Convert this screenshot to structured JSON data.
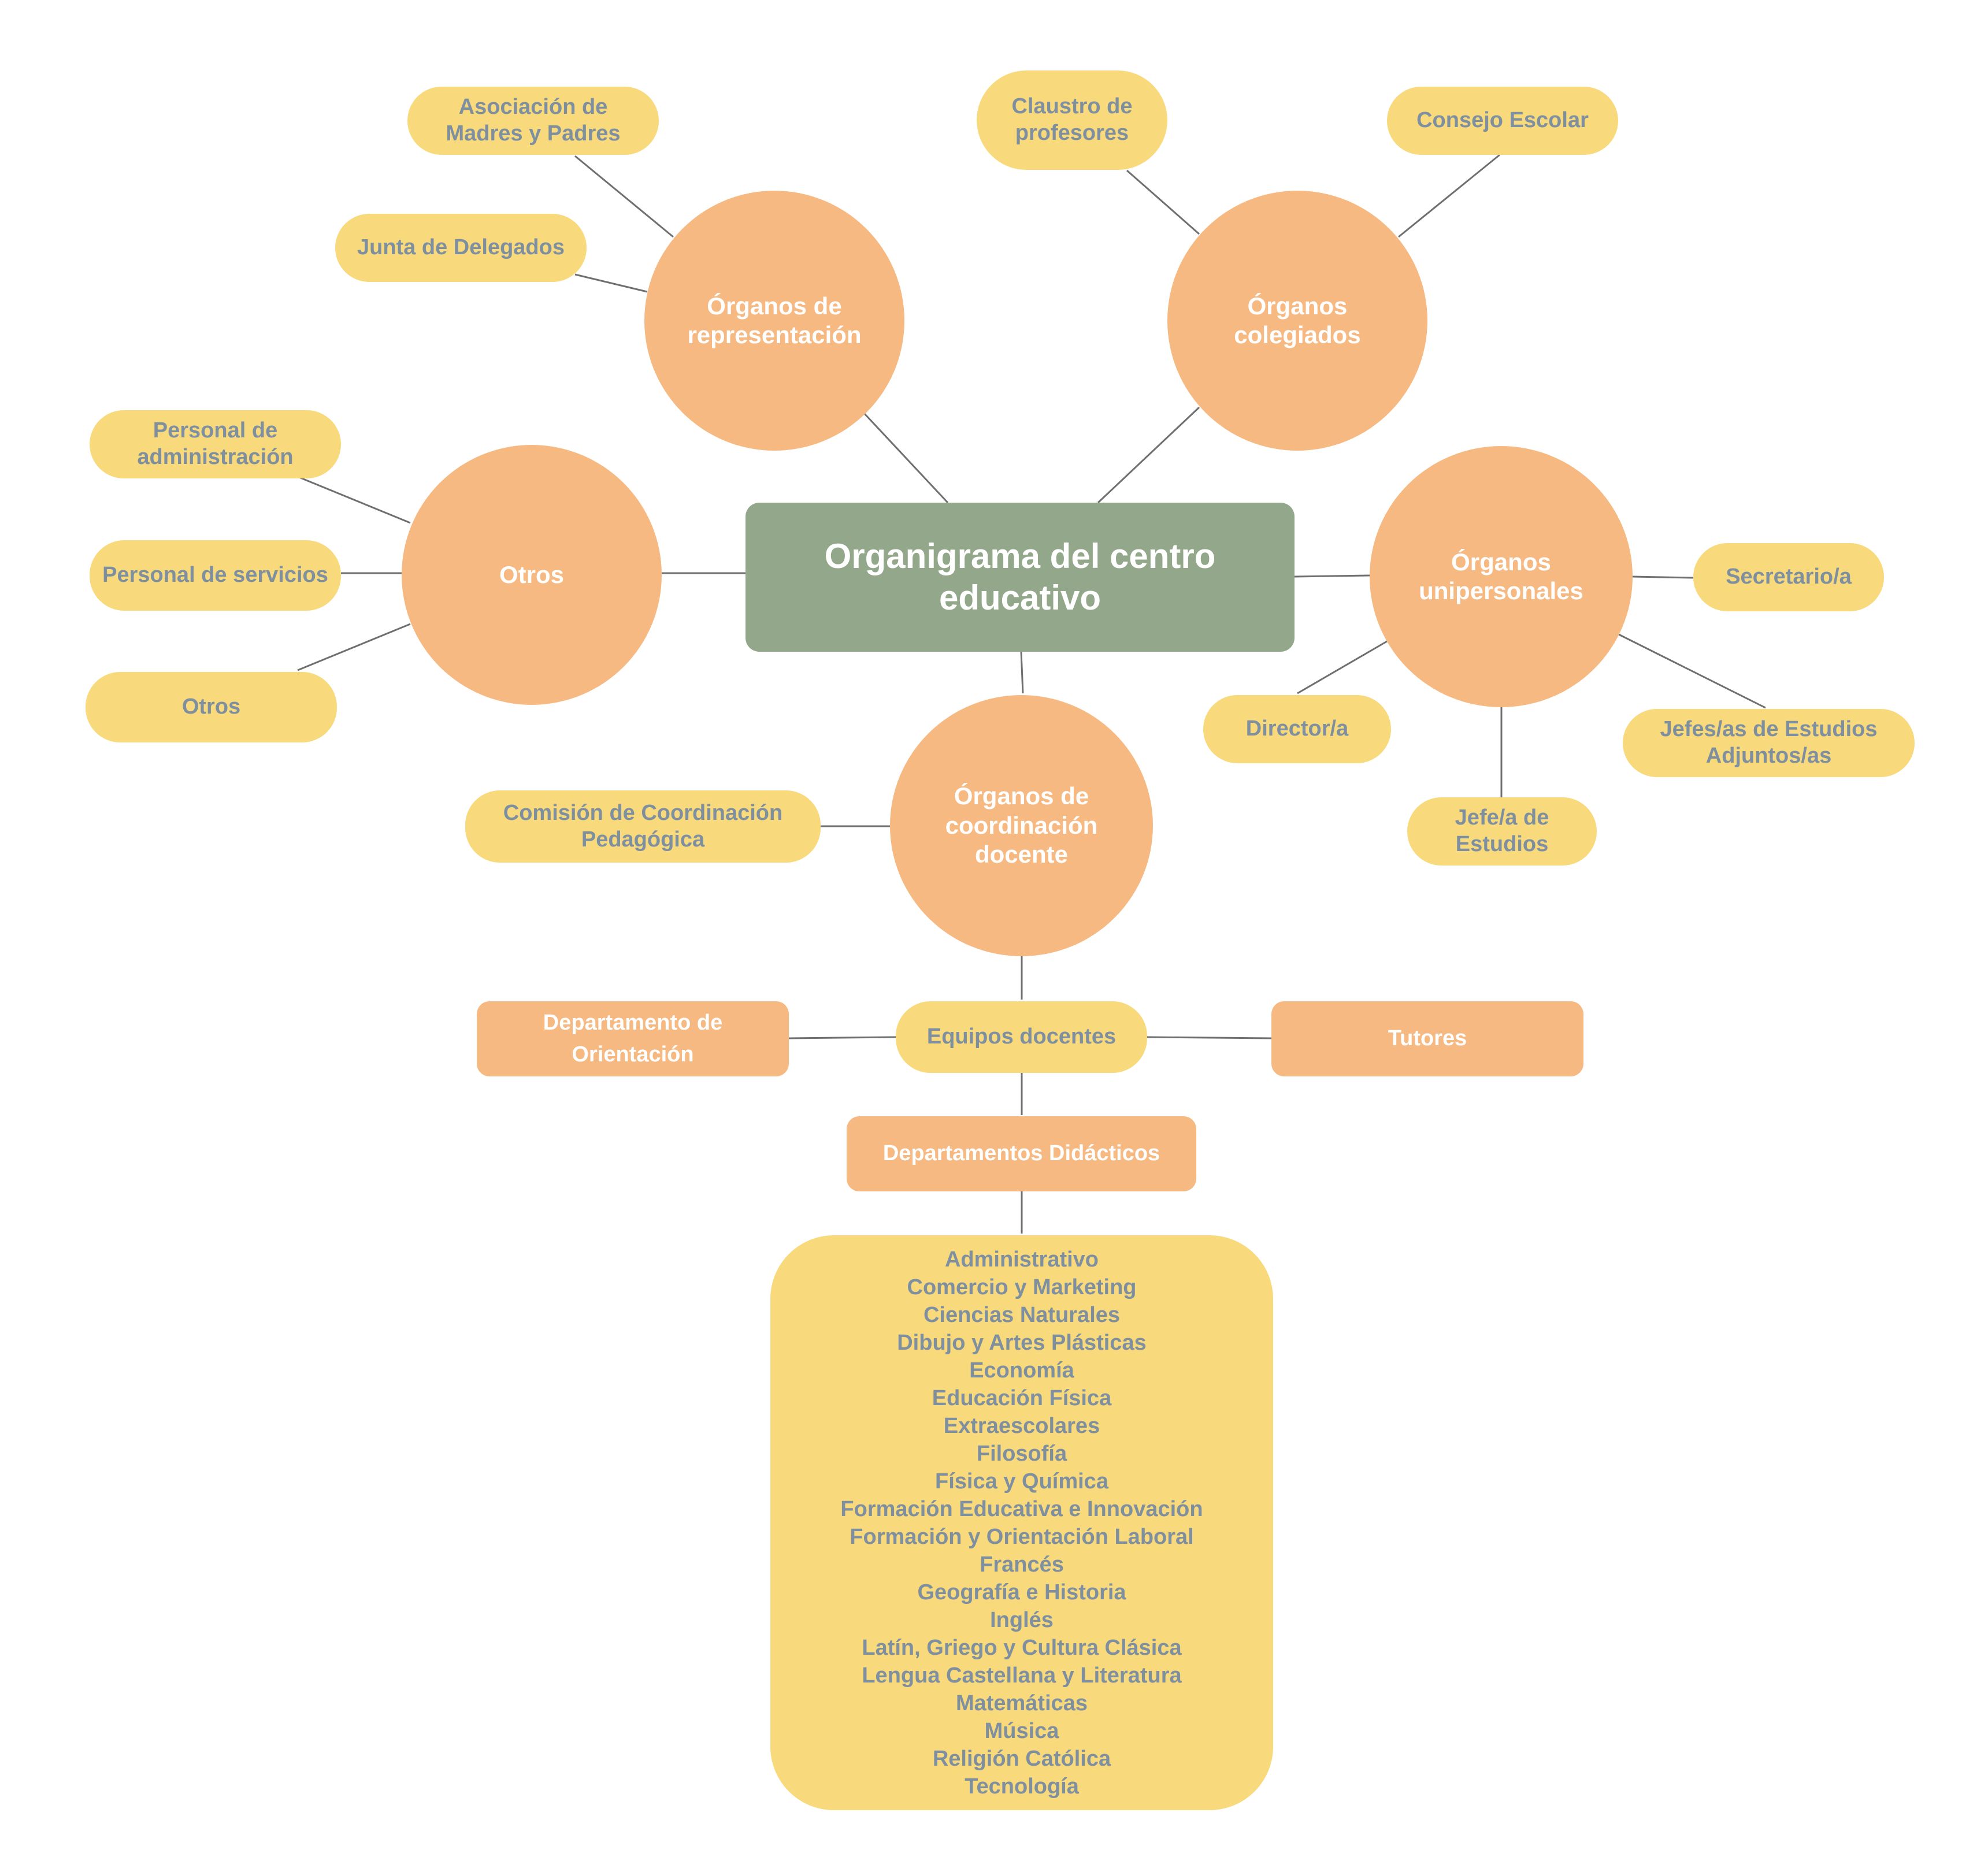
{
  "central": {
    "label": "Organigrama del centro\neducativo"
  },
  "representacion": {
    "label": "Órganos de\nrepresentación",
    "children": [
      "Asociación de\nMadres y Padres",
      "Junta de Delegados"
    ]
  },
  "colegiados": {
    "label": "Órganos\ncolegiados",
    "children": [
      "Claustro de\nprofesores",
      "Consejo Escolar"
    ]
  },
  "otros": {
    "label": "Otros",
    "children": [
      "Personal de\nadministración",
      "Personal de servicios",
      "Otros"
    ]
  },
  "unipersonales": {
    "label": "Órganos\nunipersonales",
    "children": [
      "Secretario/a",
      "Director/a",
      "Jefe/a de\nEstudios",
      "Jefes/as de Estudios\nAdjuntos/as"
    ]
  },
  "coordinacion": {
    "label": "Órganos de\ncoordinación\ndocente",
    "children": [
      "Comisión de Coordinación\nPedagógica"
    ]
  },
  "equipos": {
    "label": "Equipos docentes"
  },
  "orientacion": {
    "label": "Departamento de\nOrientación"
  },
  "tutores": {
    "label": "Tutores"
  },
  "didacticos": {
    "label": "Departamentos Didácticos"
  },
  "departamentos": [
    "Administrativo",
    "Comercio y Marketing",
    "Ciencias Naturales",
    "Dibujo y Artes Plásticas",
    "Economía",
    "Educación Física",
    "Extraescolares",
    "Filosofía",
    "Física y Química",
    "Formación Educativa e Innovación",
    "Formación y Orientación Laboral",
    "Francés",
    "Geografía e Historia",
    "Inglés",
    "Latín, Griego y Cultura Clásica",
    "Lengua Castellana y Literatura",
    "Matemáticas",
    "Música",
    "Religión Católica",
    "Tecnología"
  ],
  "colors": {
    "central": "#93a88b",
    "circle": "#f7b982",
    "leaf": "#f8d97c",
    "leaf_text": "#7e8fa0",
    "connector": "#6f6f6f"
  }
}
